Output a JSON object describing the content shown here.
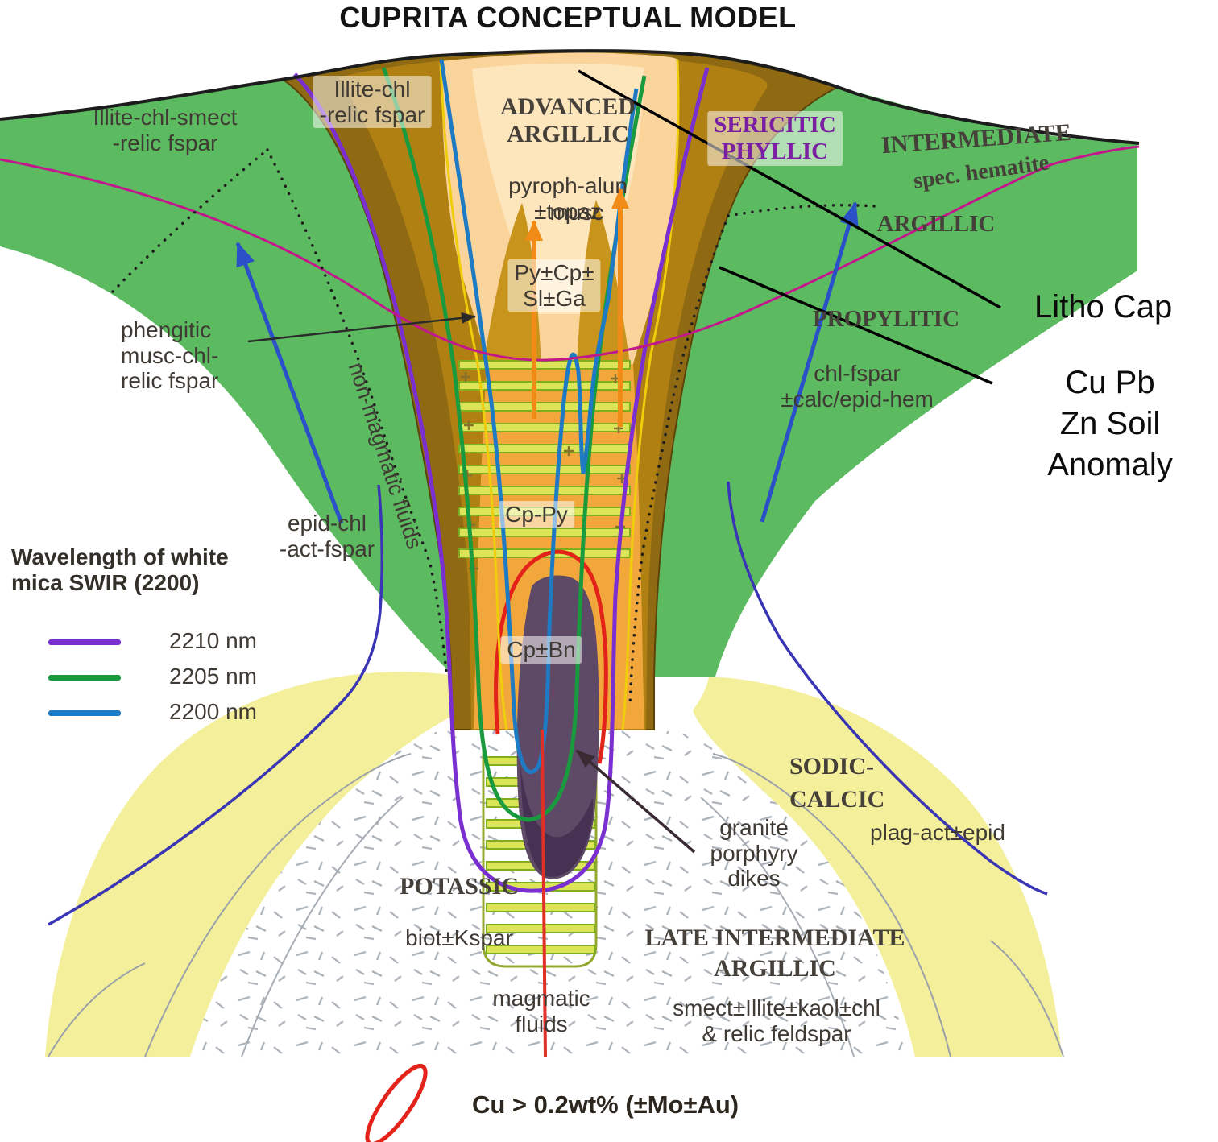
{
  "title": "CUPRITA CONCEPTUAL MODEL",
  "annotations": {
    "litho_cap": "Litho Cap",
    "soil_anomaly": "Cu Pb Zn Soil\nAnomaly"
  },
  "legend": {
    "title": "Wavelength of white\nmica SWIR (2200)",
    "items": [
      {
        "label": "2210 nm",
        "color": "#7a2fd0"
      },
      {
        "label": "2205 nm",
        "color": "#1a9a3e"
      },
      {
        "label": "2200 nm",
        "color": "#1f7ac4"
      }
    ]
  },
  "zones": {
    "illite_chl_smect": "Illite-chl-smect\n-relic fspar",
    "illite_chl": "Illite-chl\n-relic fspar",
    "advanced_argillic": "ADVANCED\nARGILLIC",
    "advanced_argillic_minerals": "pyroph-alun\n±topaz",
    "sericitic_phyllic": "SERICITIC\nPHYLLIC",
    "intermediate": "INTERMEDIATE",
    "spec_hematite": "spec. hematite",
    "argillic": "ARGILLIC",
    "musc": "musc",
    "py_cp_sl_ga": "Py±Cp±\nSl±Ga",
    "propylitic": "PROPYLITIC",
    "phengitic": "phengitic\nmusc-chl-\nrelic fspar",
    "non_magmatic_fluids": "non-magmatic fluids",
    "chl_fspar": "chl-fspar\n±calc/epid-hem",
    "epid_chl": "epid-chl\n-act-fspar",
    "cp_py": "Cp-Py",
    "cp_bn": "Cp±Bn",
    "sodic_calcic": "SODIC-\nCALCIC",
    "granite_porphyry_dikes": "granite\nporphyry\ndikes",
    "plag_act_epid": "plag-act±epid",
    "potassic": "POTASSIC",
    "potassic_minerals": "biot±Kspar",
    "late_intermediate_argillic": "LATE INTERMEDIATE\nARGILLIC",
    "magmatic_fluids": "magmatic\nfluids",
    "smect_illite": "smect±Illite±kaol±chl\n& relic feldspar"
  },
  "footer": {
    "cu_grade": "Cu > 0.2wt% (±Mo±Au)",
    "ellipse_color": "#e3231a"
  }
}
